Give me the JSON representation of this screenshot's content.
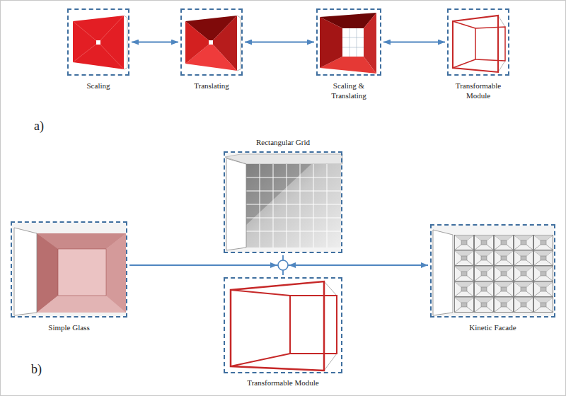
{
  "diagram": {
    "nodes": [
      {
        "text": [
          "Scaling"
        ]
      },
      {
        "text": [
          "Translating"
        ]
      },
      {
        "text": [
          "Scaling & Translating"
        ]
      },
      {
        "text": [
          "Transformable Module"
        ]
      },
      {
        "text": [
          "Rectangular Grid"
        ]
      },
      {
        "text": [
          "Simple Glass"
        ]
      },
      {
        "text": [
          "Kinetic Facade"
        ]
      },
      {
        "text": [
          "Transformable Module"
        ]
      }
    ],
    "edges": [
      {
        "from": 0,
        "to": 1,
        "arrow": "both"
      },
      {
        "from": 1,
        "to": 2,
        "arrow": "both"
      },
      {
        "from": 2,
        "to": 3,
        "arrow": "both"
      },
      {
        "from": 5,
        "to": 6,
        "arrow": "to"
      },
      {
        "from": 4,
        "to": 7,
        "arrow": "none"
      }
    ],
    "labels": [
      "a)",
      "b)"
    ]
  }
}
